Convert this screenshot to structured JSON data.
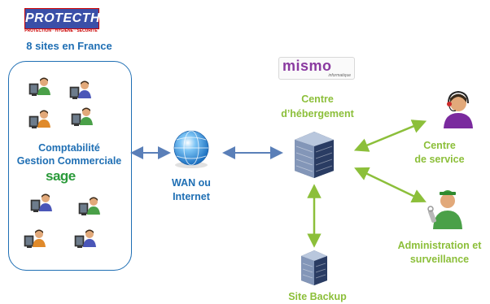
{
  "logo": {
    "name": "PROTECTHOMS",
    "tagline": "PROTECTION · HYGIÈNE · SÉCURITÉ"
  },
  "sites_title": "8 sites en France",
  "sites_label_line1": "Comptabilité",
  "sites_label_line2": "Gestion Commerciale",
  "sage_logo": "sage",
  "wan_line1": "WAN ou",
  "wan_line2": "Internet",
  "mismo_logo": {
    "name": "mismo",
    "tagline": "informatique"
  },
  "hosting_line1": "Centre",
  "hosting_line2": "d’hébergement",
  "service_line1": "Centre",
  "service_line2": "de service",
  "admin_line1": "Administration et",
  "admin_line2": "surveillance",
  "backup_label": "Site Backup",
  "colors": {
    "blue_text": "#1f6fb4",
    "green_text": "#8cbf3a",
    "arrow_blue": "#5a7fb8",
    "arrow_green": "#8cbf3a"
  }
}
